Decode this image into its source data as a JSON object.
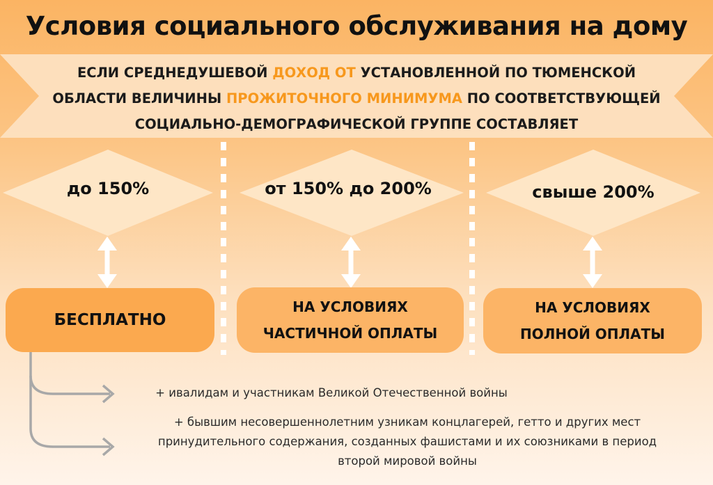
{
  "title": "Условия социального обслуживания на дому",
  "banner": {
    "line1_a": "ЕСЛИ СРЕДНЕДУШЕВОЙ ",
    "line1_hl": "ДОХОД ОТ",
    "line1_b": " УСТАНОВЛЕННОЙ ПО ТЮМЕНСКОЙ",
    "line2_a": "ОБЛАСТИ ВЕЛИЧИНЫ ",
    "line2_hl": "ПРОЖИТОЧНОГО МИНИМУМА",
    "line2_b": " ПО СООТВЕТСТВУЮЩЕЙ",
    "line3": "СОЦИАЛЬНО-ДЕМОГРАФИЧЕСКОЙ ГРУППЕ СОСТАВЛЯЕТ"
  },
  "columns": [
    {
      "range": "до 150%",
      "result_line1": "БЕСПЛАТНО",
      "result_line2": ""
    },
    {
      "range": "от 150% до 200%",
      "result_line1": "НА УСЛОВИЯХ",
      "result_line2": "ЧАСТИЧНОЙ ОПЛАТЫ"
    },
    {
      "range": "свыше 200%",
      "result_line1": "НА УСЛОВИЯХ",
      "result_line2": "ПОЛНОЙ ОПЛАТЫ"
    }
  ],
  "notes": {
    "note1": "+ ивалидам и участникам Великой Отечественной войны",
    "note2_line1": "+ бывшим несовершеннолетним узникам концлагерей, гетто и других мест",
    "note2_line2": "принудительного содержания, созданных фашистами и их союзниками в период",
    "note2_line3": "второй мировой войны"
  },
  "colors": {
    "accent": "#f7981d",
    "box_free": "#fba94f",
    "box_paid": "#fcb466",
    "diamond": "#fee6c6",
    "connector": "#a8a8a8"
  }
}
